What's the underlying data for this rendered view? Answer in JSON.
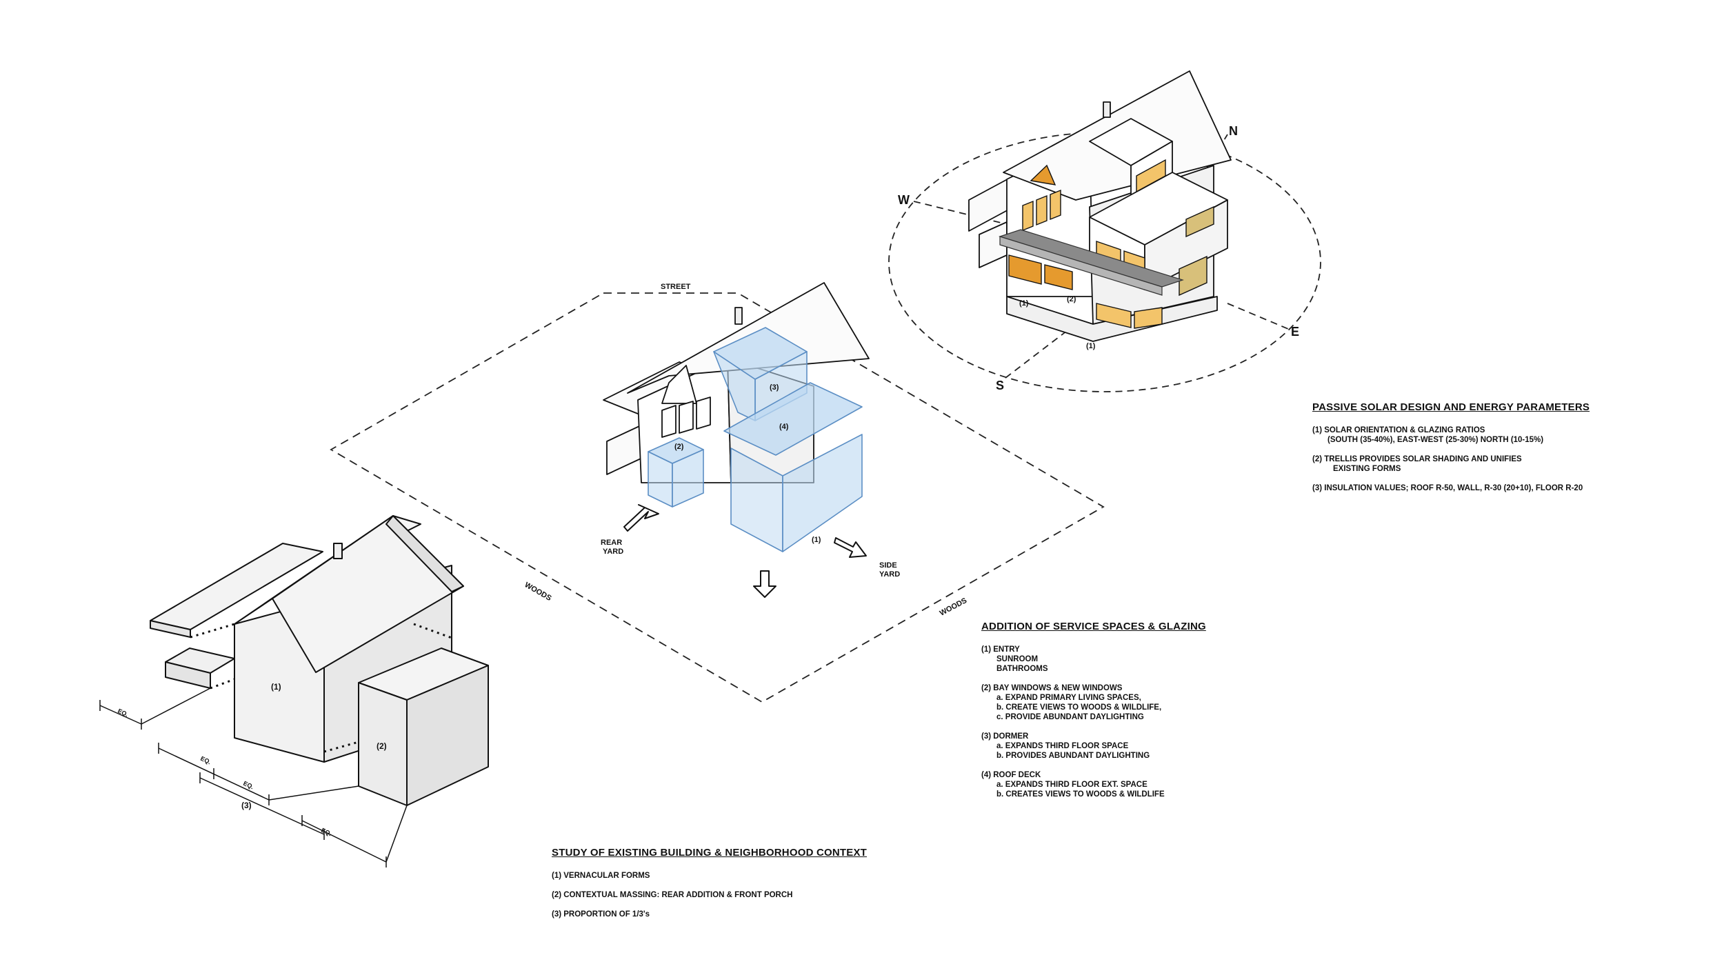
{
  "diagram1": {
    "labels": {
      "vernacular": "(1)",
      "massing": "(2)",
      "thirds": "(3)"
    },
    "dimensions": {
      "eq": "EQ."
    }
  },
  "diagram2": {
    "site": {
      "street": "STREET",
      "woods": "WOODS",
      "rear_yard": [
        "REAR",
        "YARD"
      ],
      "side_yard": [
        "SIDE",
        "YARD"
      ]
    },
    "labels": {
      "entry": "(1)",
      "bay": "(2)",
      "dormer": "(3)",
      "roof_deck": "(4)"
    }
  },
  "diagram3": {
    "compass": {
      "north": "N",
      "south": "S",
      "east": "E",
      "west": "W"
    },
    "labels": {
      "one": "(1)",
      "two": "(2)"
    },
    "colors": {
      "glazing": "#f3c46a",
      "glazing_glow": "#e59a2e",
      "trellis": "#8a8a8a",
      "addition": "#bcd8f2"
    }
  },
  "notes": {
    "existing": {
      "heading": "STUDY OF EXISTING BUILDING & NEIGHBORHOOD CONTEXT",
      "items": [
        "(1)  VERNACULAR FORMS",
        "(2)  CONTEXTUAL MASSING:  REAR ADDITION & FRONT PORCH",
        "(3)  PROPORTION OF 1/3's"
      ]
    },
    "addition": {
      "heading": "ADDITION OF SERVICE SPACES & GLAZING",
      "entry": [
        "(1)  ENTRY",
        "SUNROOM",
        "BATHROOMS"
      ],
      "bay": [
        "(2)  BAY WINDOWS & NEW WINDOWS",
        "a. EXPAND PRIMARY LIVING SPACES,",
        "b. CREATE VIEWS TO WOODS & WILDLIFE,",
        "c. PROVIDE ABUNDANT DAYLIGHTING"
      ],
      "dormer": [
        "(3)  DORMER",
        "a. EXPANDS THIRD FLOOR SPACE",
        "b. PROVIDES ABUNDANT DAYLIGHTING"
      ],
      "deck": [
        "(4)  ROOF DECK",
        "a. EXPANDS THIRD FLOOR EXT. SPACE",
        "b. CREATES VIEWS TO WOODS & WILDLIFE"
      ]
    },
    "solar": {
      "heading": "PASSIVE SOLAR DESIGN AND ENERGY PARAMETERS",
      "orientation": [
        "(1)  SOLAR ORIENTATION & GLAZING RATIOS",
        "(SOUTH (35-40%), EAST-WEST (25-30%) NORTH (10-15%)"
      ],
      "trellis": [
        "(2)  TRELLIS PROVIDES SOLAR SHADING AND UNIFIES",
        "EXISTING FORMS"
      ],
      "insulation": [
        "(3)  INSULATION VALUES; ROOF R-50, WALL, R-30 (20+10), FLOOR R-20"
      ]
    }
  }
}
